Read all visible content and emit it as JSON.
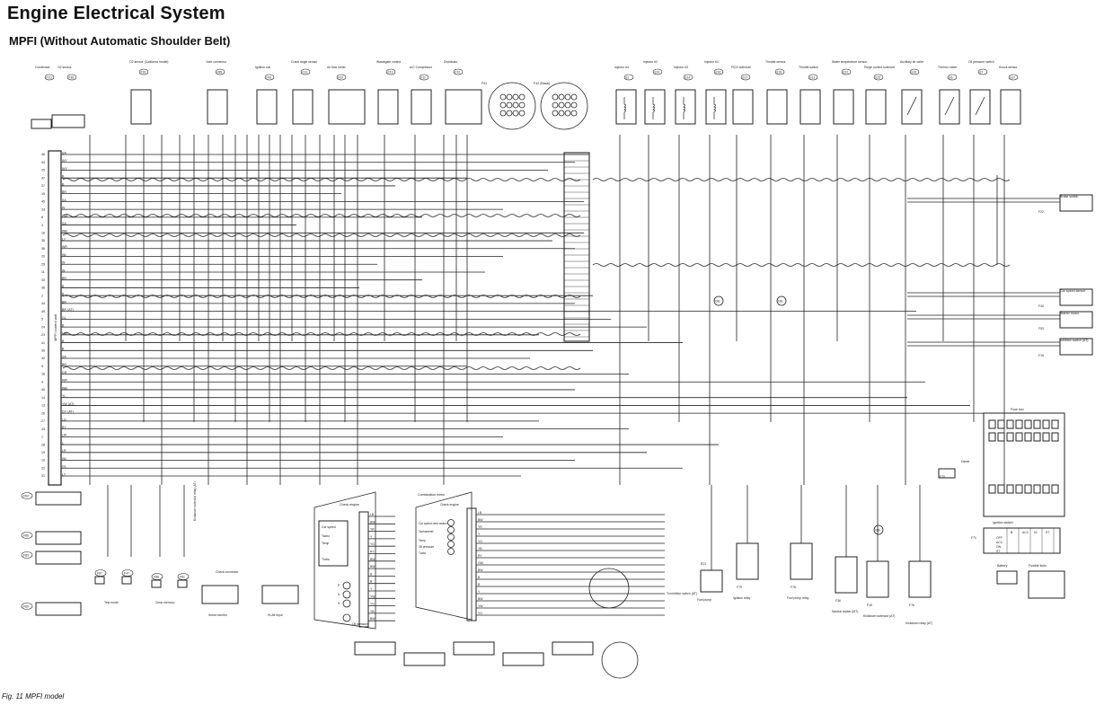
{
  "header": {
    "title": "Engine Electrical System",
    "subtitle": "MPFI (Without Automatic Shoulder Belt)"
  },
  "caption": "Fig. 11  MPFI model",
  "control_unit": {
    "label": "MPFI control unit",
    "pin_colors": [
      "SA",
      "WY",
      "WY",
      "B",
      "B",
      "BR",
      "SA",
      "W",
      "LgR",
      "SA",
      "WB",
      "LY",
      "WR",
      "WL",
      "W",
      "W",
      "BR",
      "B",
      "B",
      "BR",
      "BR (AT)",
      "GL",
      "B",
      "LgR",
      "B",
      "B",
      "SA",
      "BR",
      "GR",
      "WR",
      "WB",
      "YL",
      "YW (AT)",
      "GY (AT)",
      "LG",
      "BY",
      "LW",
      "L",
      "LR",
      "WL",
      "GL",
      "LY"
    ],
    "pin_numbers": [
      "46",
      "34",
      "25",
      "47",
      "37",
      "15",
      "45",
      "33",
      "8",
      "3",
      "16",
      "35",
      "36",
      "20",
      "29",
      "11",
      "30",
      "38",
      "2",
      "44",
      "49",
      "5",
      "24",
      "23",
      "41",
      "39",
      "32",
      "9",
      "18",
      "4",
      "40",
      "14",
      "13",
      "26",
      "27",
      "43",
      "1",
      "28",
      "19",
      "10",
      "22",
      "31"
    ]
  },
  "components_top": [
    {
      "name": "O2 sensor",
      "connector": "F36"
    },
    {
      "name": "O2 sensor (California model)",
      "connector": "F16"
    },
    {
      "name": "Condenser",
      "connector": "F117"
    },
    {
      "name": "Joint connector",
      "connector": "F85"
    },
    {
      "name": "Ignition coil",
      "connector": "F43"
    },
    {
      "name": "Crank angle sensor",
      "connector": "F13"
    },
    {
      "name": "Air flow meter",
      "connector": "F19"
    },
    {
      "name": "Wastegate control",
      "connector": "F21"
    },
    {
      "name": "A/C Compressor",
      "connector": "F11"
    },
    {
      "name": "Distributor",
      "connector": "F12"
    },
    {
      "name": "Injector #4",
      "connector": "E1"
    },
    {
      "name": "Injector #2",
      "connector": "E10"
    },
    {
      "name": "Injector #3",
      "connector": "E14"
    },
    {
      "name": "Injector #1",
      "connector": "E16"
    },
    {
      "name": "FICD solenoid",
      "connector": "E17"
    },
    {
      "name": "Throttle sensor",
      "connector": "E18"
    },
    {
      "name": "Throttle switch",
      "connector": "E13"
    },
    {
      "name": "Water temperature sensor",
      "connector": "E12"
    },
    {
      "name": "Purge control solenoid",
      "connector": "E15"
    },
    {
      "name": "Auxiliary air valve",
      "connector": "E19"
    },
    {
      "name": "Thermo meter",
      "connector": "E6"
    },
    {
      "name": "Oil pressure switch",
      "connector": "E7"
    },
    {
      "name": "Knock sensor",
      "connector": "E27"
    }
  ],
  "round_connectors": [
    {
      "id": "F51",
      "label": "F51"
    },
    {
      "id": "F42",
      "label": "F42 (Black)"
    }
  ],
  "right_side": [
    {
      "name": "Brake switch",
      "connector": "F22"
    },
    {
      "name": "Car speed sensor",
      "connector": "F40"
    },
    {
      "name": "Starter motor",
      "connector": "F53"
    },
    {
      "name": "Inhibitor switch (AT)",
      "connector": "F15"
    },
    {
      "name": "Fuse box",
      "connector": ""
    },
    {
      "name": "Diode",
      "connector": "F70"
    },
    {
      "name": "Ignition switch",
      "connector": "F71"
    },
    {
      "name": "Battery",
      "connector": ""
    },
    {
      "name": "Fusible links",
      "connector": ""
    }
  ],
  "relays_bottom": [
    {
      "name": "Ignition relay",
      "connector": "F79"
    },
    {
      "name": "Fuel pump relay",
      "connector": "F78"
    },
    {
      "name": "Neutral switch (MT)",
      "connector": "F36"
    },
    {
      "name": "Kickdown solenoid (AT)",
      "connector": "F15"
    },
    {
      "name": "Kickdown relay (AT)",
      "connector": "F76"
    },
    {
      "name": "Fuel pump",
      "connector": "R21"
    }
  ],
  "bottom_left": {
    "test_mode": "Test mode",
    "clear_memory": "Clear memory",
    "connectors": [
      "F82",
      "F86",
      "F83",
      "F80",
      "F87",
      "F47",
      "F88",
      "F81"
    ],
    "check_connector": "Check connector",
    "serial_monitor": "Serial monitor",
    "hi_alt": "Hi-Alt input",
    "kickdown_label": "Kickdown solenoid relay (AT)"
  },
  "check_engine": {
    "title": "Check engine",
    "labels": [
      "Car speed",
      "Tacho",
      "Temp",
      "Turbo"
    ],
    "wire_colors": [
      "LB",
      "BW",
      "YR",
      "Y",
      "YG",
      "RY",
      "BW",
      "BW",
      "B",
      "B",
      "Y",
      "YW",
      "YG",
      "YB",
      "BW"
    ],
    "oil": "Oil pressure",
    "lamps": [
      "P",
      "D",
      "N"
    ]
  },
  "combination_meter": {
    "title": "Combination meter",
    "sub": "Check engine",
    "labels": [
      "Car speed reed switch",
      "Tachometer",
      "Temp",
      "Oil pressure",
      "Turbo"
    ],
    "wire_colors": [
      "LB",
      "BW",
      "YR",
      "Y",
      "YG",
      "YB",
      "RY",
      "GW",
      "BW",
      "B",
      "B",
      "Y",
      "BW",
      "YW",
      "YG"
    ],
    "to_inhibitor": "To inhibitor switch (AT)"
  },
  "ground_labels": [
    "GE",
    "GE",
    "GB"
  ],
  "ignition_table_header": [
    "B",
    "ACC",
    "IG",
    "ST"
  ],
  "ignition_table_rows": [
    "OFF",
    "ACC",
    "ON",
    "ST"
  ]
}
